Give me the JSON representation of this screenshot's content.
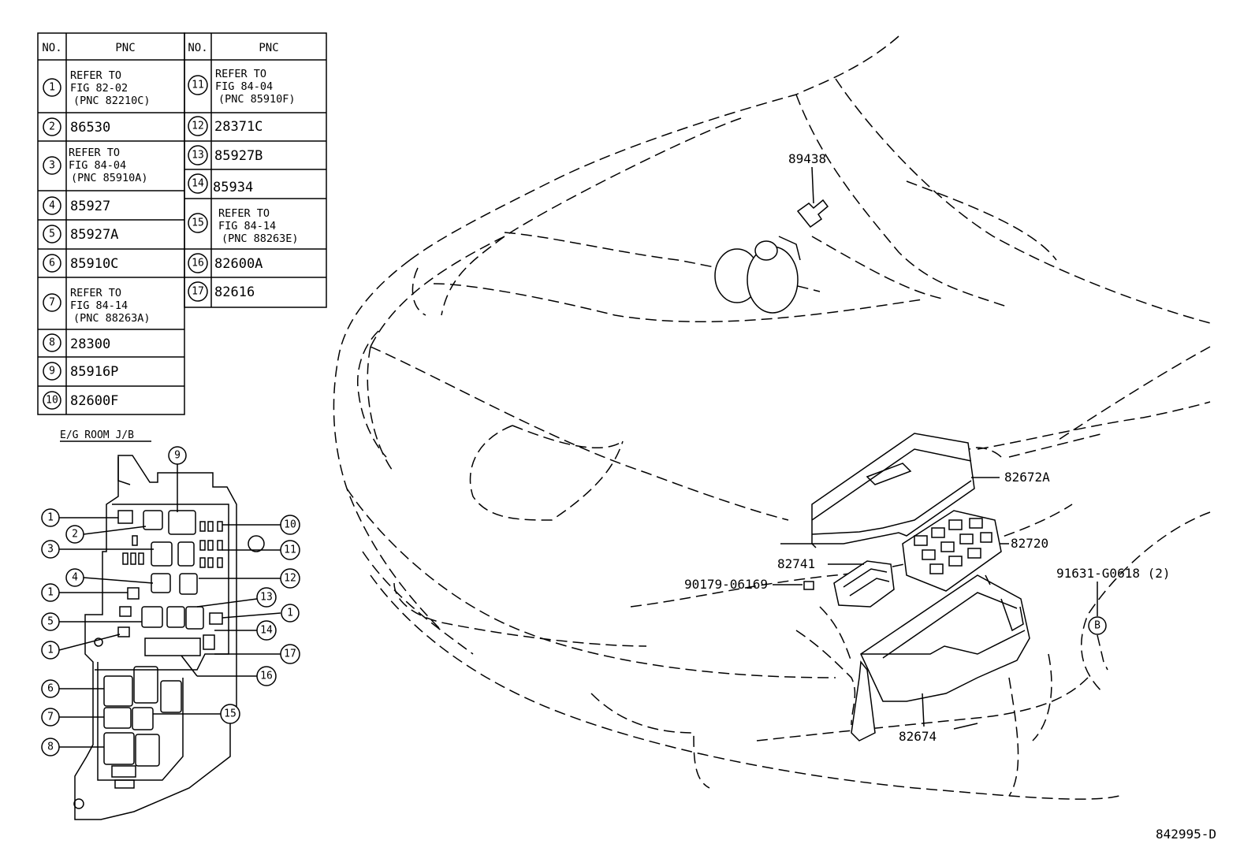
{
  "table": {
    "headers": {
      "no": "NO.",
      "pnc": "PNC"
    },
    "left": [
      {
        "no": "1",
        "lines": [
          "REFER TO",
          "FIG 82-02",
          "(PNC 82210C)"
        ]
      },
      {
        "no": "2",
        "lines": [
          "86530"
        ]
      },
      {
        "no": "3",
        "lines": [
          "REFER TO",
          "FIG 84-04",
          "(PNC 85910A)"
        ]
      },
      {
        "no": "4",
        "lines": [
          "85927"
        ]
      },
      {
        "no": "5",
        "lines": [
          "85927A"
        ]
      },
      {
        "no": "6",
        "lines": [
          "85910C"
        ]
      },
      {
        "no": "7",
        "lines": [
          "REFER TO",
          "FIG 84-14",
          "(PNC 88263A)"
        ]
      },
      {
        "no": "8",
        "lines": [
          "28300"
        ]
      },
      {
        "no": "9",
        "lines": [
          "85916P"
        ]
      },
      {
        "no": "10",
        "lines": [
          "82600F"
        ]
      }
    ],
    "right": [
      {
        "no": "11",
        "lines": [
          "REFER TO",
          "FIG 84-04",
          "(PNC 85910F)"
        ]
      },
      {
        "no": "12",
        "lines": [
          "28371C"
        ]
      },
      {
        "no": "13",
        "lines": [
          "85927B"
        ]
      },
      {
        "no": "14",
        "lines": [
          "85934"
        ]
      },
      {
        "no": "15",
        "lines": [
          "REFER TO",
          "FIG 84-14",
          "(PNC 88263E)"
        ]
      },
      {
        "no": "16",
        "lines": [
          "82600A"
        ]
      },
      {
        "no": "17",
        "lines": [
          "82616"
        ]
      }
    ]
  },
  "junction_block": {
    "title": "E/G ROOM J/B",
    "callouts": [
      "9",
      "1",
      "2",
      "3",
      "4",
      "1",
      "5",
      "1",
      "6",
      "7",
      "8",
      "10",
      "11",
      "12",
      "13",
      "1",
      "14",
      "17",
      "16",
      "15"
    ]
  },
  "parts": {
    "p89438": "89438",
    "p82672A": "82672A",
    "p82720": "82720",
    "p82741": "82741",
    "p90179": "90179-06169",
    "p91631": "91631-G0618 (2)",
    "ref_b": "B",
    "p82674": "82674"
  },
  "figure_id": "842995-D"
}
